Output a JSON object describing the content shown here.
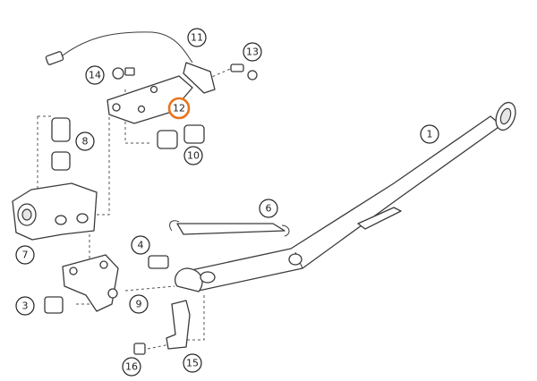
{
  "diagram": {
    "highlight_color": "#e8731c",
    "callouts": [
      {
        "id": "1",
        "label": "1",
        "highlight": false
      },
      {
        "id": "3",
        "label": "3",
        "highlight": false
      },
      {
        "id": "4",
        "label": "4",
        "highlight": false
      },
      {
        "id": "6",
        "label": "6",
        "highlight": false
      },
      {
        "id": "7",
        "label": "7",
        "highlight": false
      },
      {
        "id": "8",
        "label": "8",
        "highlight": false
      },
      {
        "id": "9",
        "label": "9",
        "highlight": false
      },
      {
        "id": "10",
        "label": "10",
        "highlight": false
      },
      {
        "id": "11",
        "label": "11",
        "highlight": false
      },
      {
        "id": "12",
        "label": "12",
        "highlight": true
      },
      {
        "id": "13",
        "label": "13",
        "highlight": false
      },
      {
        "id": "14",
        "label": "14",
        "highlight": false
      },
      {
        "id": "15",
        "label": "15",
        "highlight": false
      },
      {
        "id": "16",
        "label": "16",
        "highlight": false
      }
    ]
  }
}
